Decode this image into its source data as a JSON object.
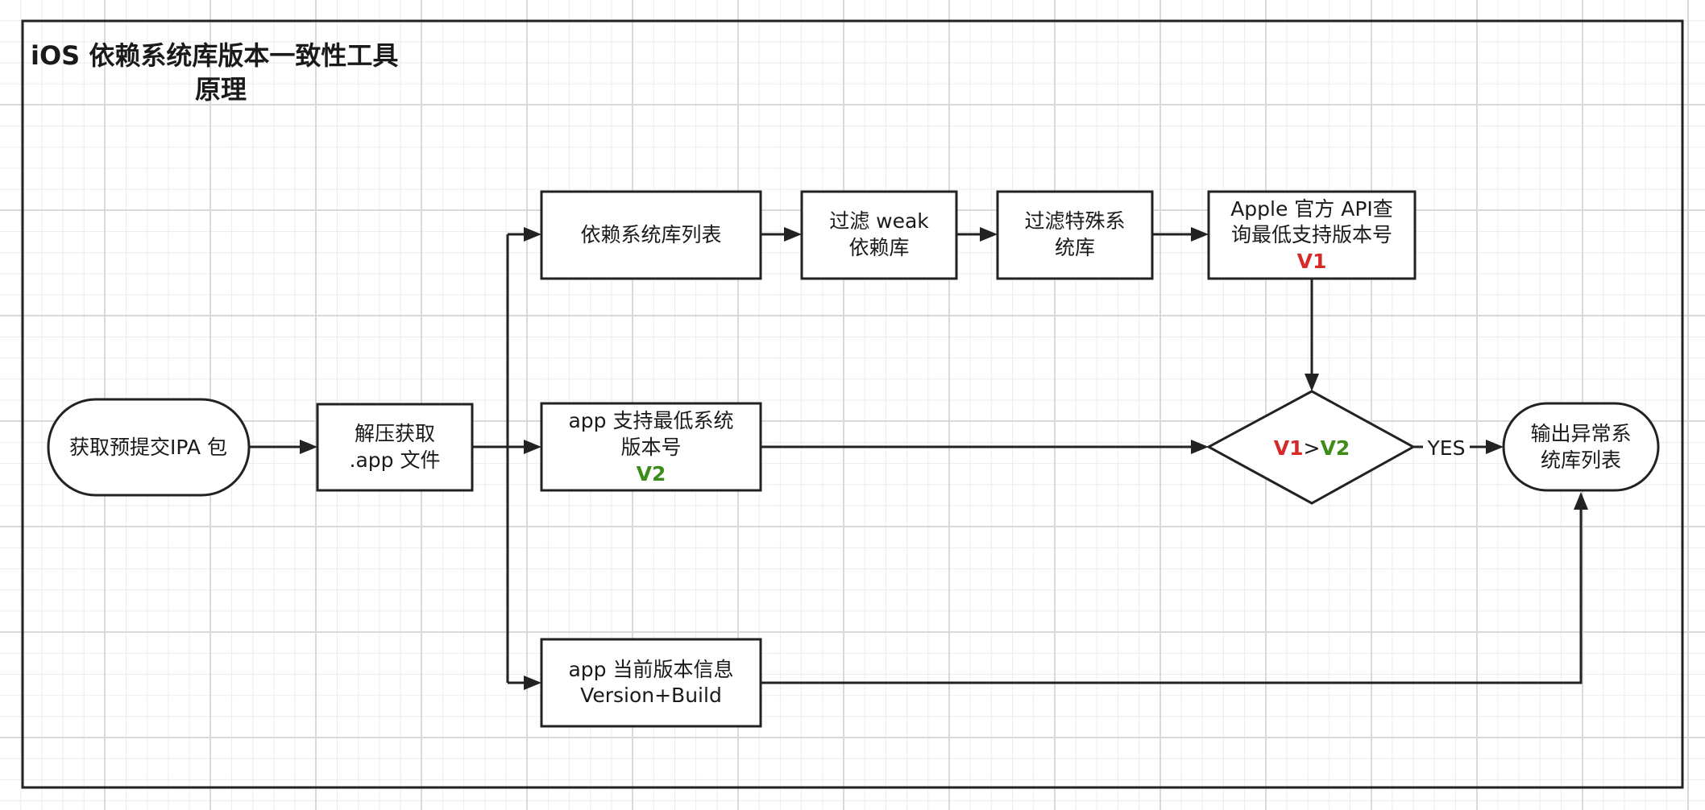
{
  "title": {
    "line1": "iOS 依赖系统库版本一致性工具",
    "line2": "原理"
  },
  "nodes": {
    "get_ipa": {
      "label": "获取预提交IPA 包"
    },
    "unzip": {
      "line1": "解压获取",
      "line2": ".app 文件"
    },
    "dep_list": {
      "label": "依赖系统库列表"
    },
    "filter_weak": {
      "line1": "过滤 weak",
      "line2": "依赖库"
    },
    "filter_special": {
      "line1": "过滤特殊系",
      "line2": "统库"
    },
    "apple_api": {
      "line1": "Apple 官方 API查",
      "line2": "询最低支持版本号",
      "badge": "V1"
    },
    "app_min": {
      "line1": "app 支持最低系统",
      "line2": "版本号",
      "badge": "V2"
    },
    "app_current": {
      "line1": "app 当前版本信息",
      "line2": "Version+Build"
    },
    "compare": {
      "left": "V1",
      "op": ">",
      "right": "V2"
    },
    "output": {
      "line1": "输出异常系",
      "line2": "统库列表"
    }
  },
  "edges": {
    "yes_label": "YES"
  },
  "colors": {
    "v1": "#d62a2a",
    "v2": "#3d8c1a",
    "stroke": "#222222",
    "grid": "#d9d9d9"
  }
}
